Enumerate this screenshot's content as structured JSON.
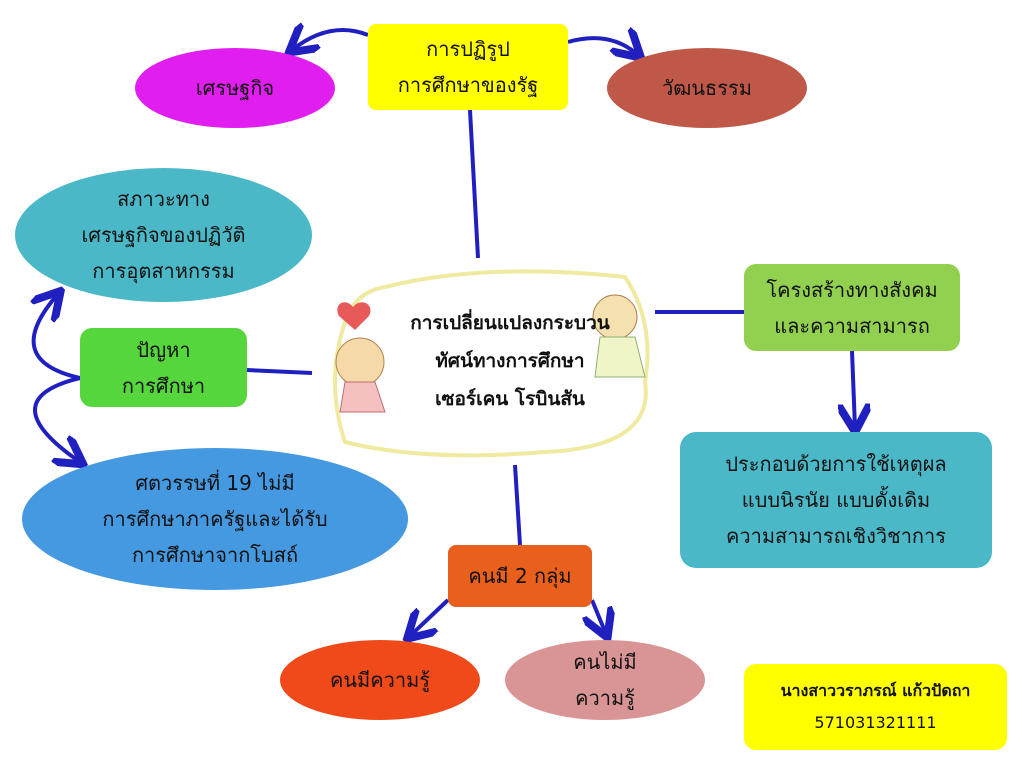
{
  "center": {
    "lines": [
      "การเปลี่ยนแปลงกระบวน",
      "ทัศน์ทางการศึกษา",
      "เซอร์เคน โรบินสัน"
    ]
  },
  "nodes": {
    "reform": {
      "lines": [
        "การปฏิรูป",
        "การศึกษาของรัฐ"
      ],
      "color": "#ffff00"
    },
    "economy": {
      "lines": [
        "เศรษฐกิจ"
      ],
      "color": "#e01ef0"
    },
    "culture": {
      "lines": [
        "วัฒนธรรม"
      ],
      "color": "#c0584a"
    },
    "industrial": {
      "lines": [
        "สภาวะทาง",
        "เศรษฐกิจของปฏิวัติ",
        "การอุตสาหกรรม"
      ],
      "color": "#4bb8c8"
    },
    "problem": {
      "lines": [
        "ปัญหา",
        "การศึกษา"
      ],
      "color": "#55d63c"
    },
    "century": {
      "lines": [
        "ศตวรรษที่ 19 ไม่มี",
        "การศึกษาภาครัฐและได้รับ",
        "การศึกษาจากโบสถ์"
      ],
      "color": "#4499e0"
    },
    "structure": {
      "lines": [
        "โครงสร้างทางสังคม",
        "และความสามารถ"
      ],
      "color": "#92d050"
    },
    "composed": {
      "lines": [
        "ประกอบด้วยการใช้เหตุผล",
        "แบบนิรนัย แบบดั้งเดิม",
        "ความสามารถเชิงวิชาการ"
      ],
      "color": "#4bb8c8"
    },
    "groups": {
      "lines": [
        "คนมี 2 กลุ่ม"
      ],
      "color": "#e8601c"
    },
    "knowledge": {
      "lines": [
        "คนมีความรู้"
      ],
      "color": "#f04a1a"
    },
    "noknowledge": {
      "lines": [
        "คนไม่มี",
        "ความรู้"
      ],
      "color": "#d99595"
    },
    "author": {
      "lines": [
        "นางสาววราภรณ์ แก้วปัดถา",
        "571031321111"
      ],
      "color": "#ffff00"
    }
  },
  "line_color": "#2020c0"
}
